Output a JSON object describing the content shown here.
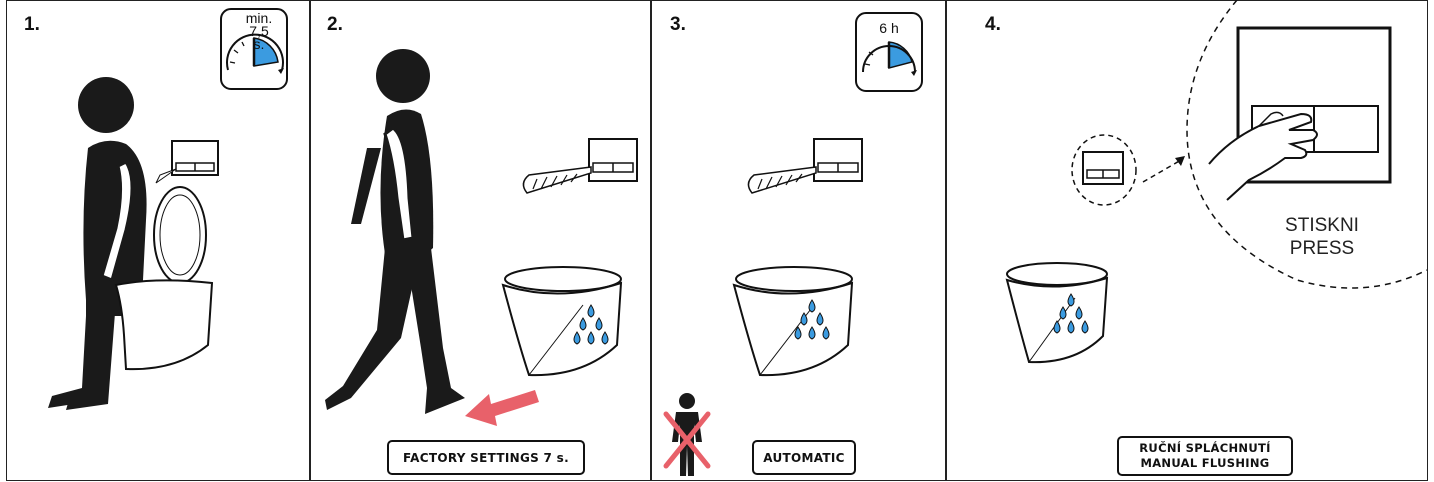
{
  "steps": [
    {
      "number": "1.",
      "timer": {
        "line1": "min.",
        "line2": "7,5 s."
      }
    },
    {
      "number": "2.",
      "label": "FACTORY SETTINGS 7 s."
    },
    {
      "number": "3.",
      "timer": {
        "line1": "6 h"
      },
      "label": "AUTOMATIC"
    },
    {
      "number": "4.",
      "label_line1": "RUČNÍ SPLÁCHNUTÍ",
      "label_line2": "MANUAL FLUSHING",
      "press_line1": "STISKNI",
      "press_line2": "PRESS"
    }
  ],
  "colors": {
    "ink": "#1a1a1a",
    "water": "#3b9be0",
    "arrow": "#e8616a",
    "cross": "#e8616a",
    "timer_fill": "#3b9be0"
  }
}
